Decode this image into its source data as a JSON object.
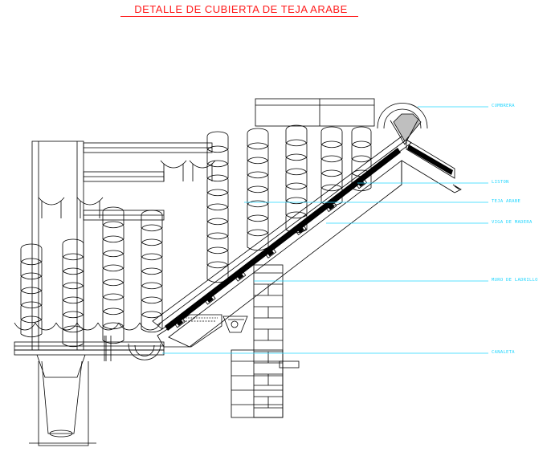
{
  "title": "DETALLE DE CUBIERTA DE TEJA ARABE",
  "labels": {
    "cumbrera": "CUMBRERA",
    "liston": "LISTON",
    "teja_arabe": "TEJA ARABE",
    "viga_madera": "VIGA DE MADERA",
    "muro_ladrillo": "MURO DE LADRILLO",
    "canaleta": "CANALETA"
  },
  "colors": {
    "title": "#ff1a1a",
    "leader": "#22d6ff",
    "linework": "#000000",
    "background": "#ffffff"
  }
}
